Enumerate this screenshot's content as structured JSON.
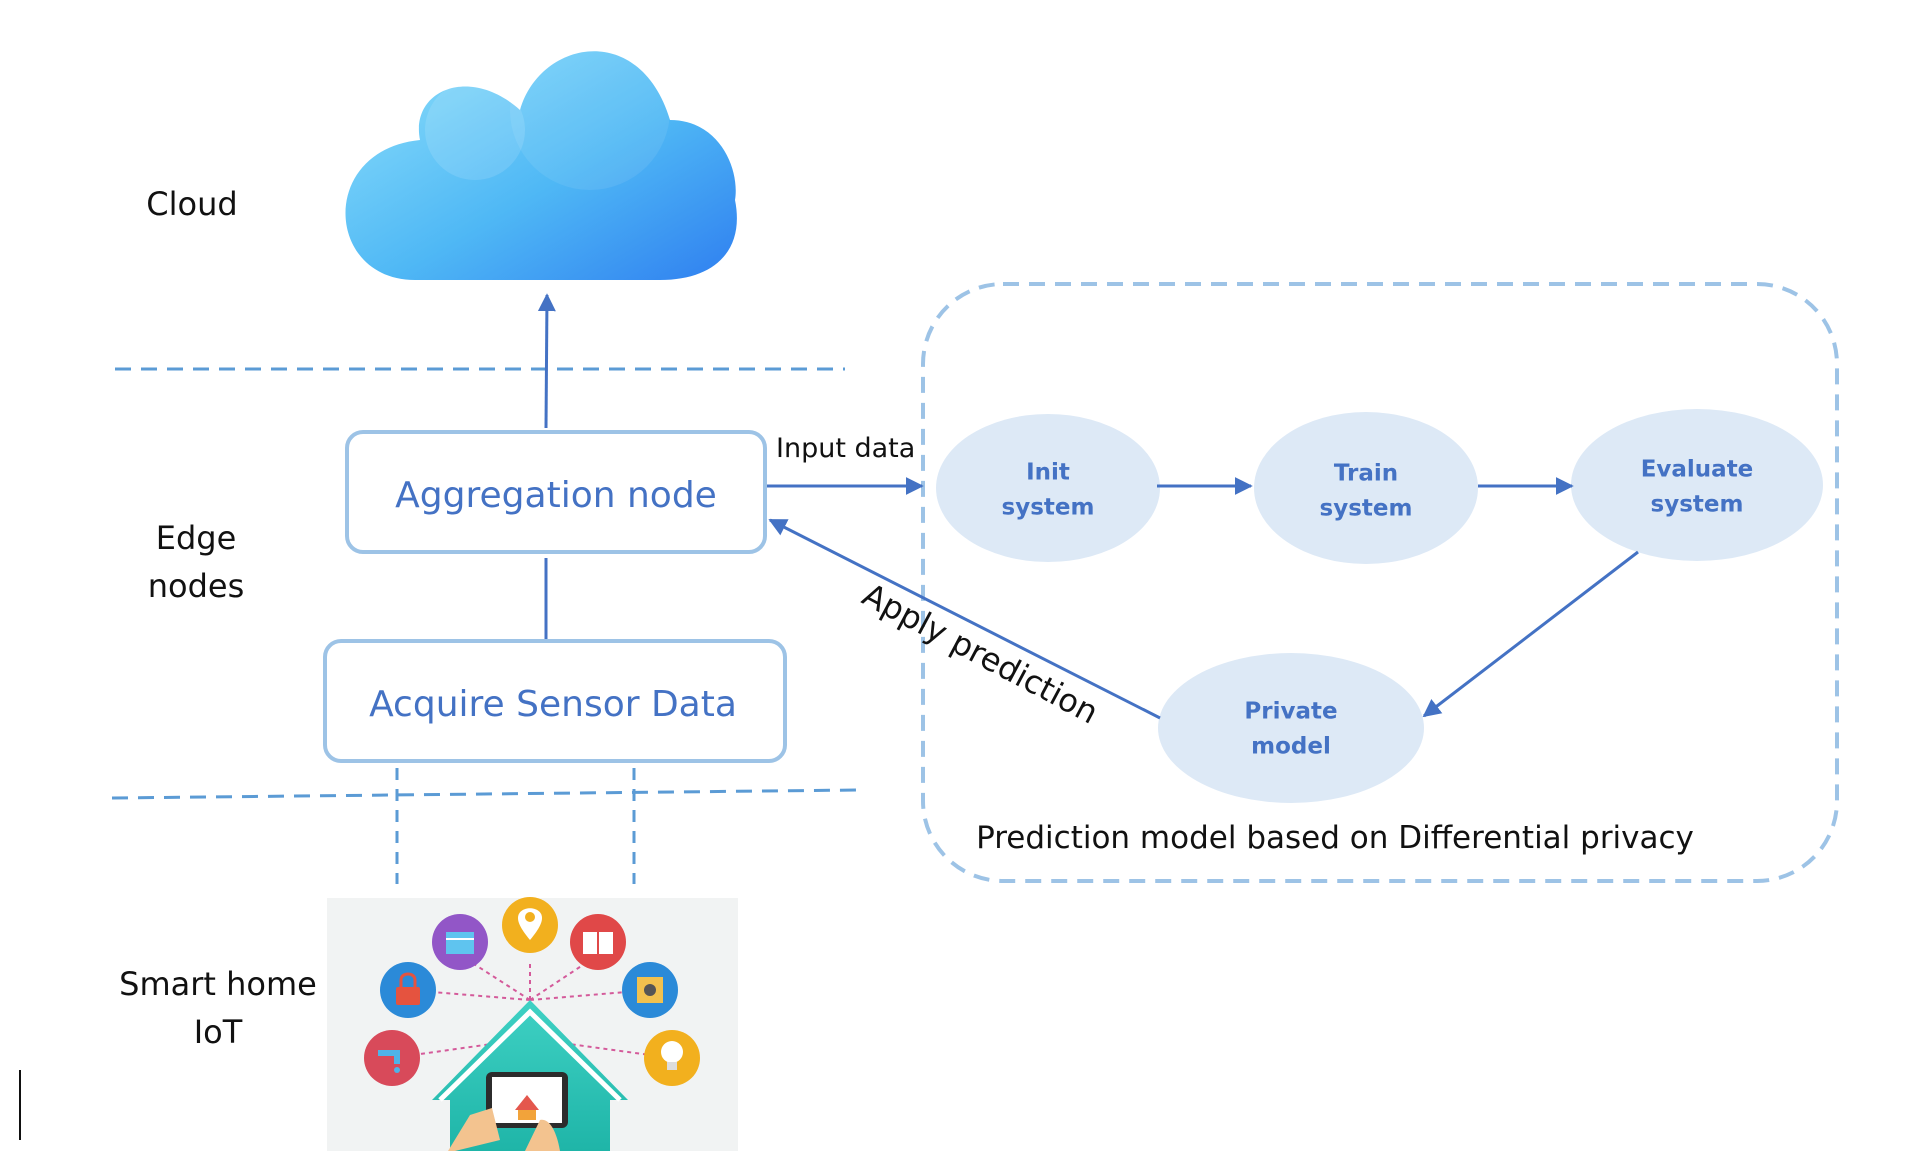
{
  "tiers": {
    "cloud": "Cloud",
    "edge_line1": "Edge",
    "edge_line2": "nodes",
    "iot_line1": "Smart home",
    "iot_line2": "IoT"
  },
  "boxes": {
    "aggregation": "Aggregation node",
    "acquire": "Acquire Sensor Data"
  },
  "model": {
    "steps": [
      {
        "line1": "Init",
        "line2": "system"
      },
      {
        "line1": "Train",
        "line2": "system"
      },
      {
        "line1": "Evaluate",
        "line2": "system"
      },
      {
        "line1": "Private",
        "line2": "model"
      }
    ],
    "caption": "Prediction model based on Differential privacy"
  },
  "edges": {
    "input_data": "Input data",
    "apply_prediction": "Apply prediction"
  },
  "icons": [
    "cloud-icon",
    "lock-icon",
    "calendar-icon",
    "location-icon",
    "book-icon",
    "safe-icon",
    "faucet-icon",
    "bulb-icon",
    "tablet-icon",
    "house-icon"
  ],
  "colors": {
    "accent": "#4472c4",
    "ellipse_fill": "#dde9f6",
    "dashed_line": "#5b9bd5",
    "box_border": "#9dc3e6"
  }
}
